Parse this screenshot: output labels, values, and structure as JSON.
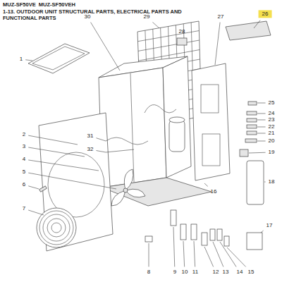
{
  "diagram": {
    "title": "MUZ-SF50VE  MUZ-SF50VEH",
    "labels": [
      "1-13. OUTDOOR UNIT STRUCTURAL PARTS, ELECTRICAL PARTS AND FUNCTIONAL PARTS",
      "1",
      "2",
      "3",
      "4",
      "5",
      "6",
      "7",
      "8",
      "9",
      "10",
      "11",
      "12",
      "13",
      "14",
      "15",
      "16",
      "17",
      "18",
      "19",
      "20",
      "21",
      "22",
      "23",
      "24",
      "25",
      "26",
      "27",
      "28",
      "29",
      "30",
      "31",
      "32"
    ]
  }
}
